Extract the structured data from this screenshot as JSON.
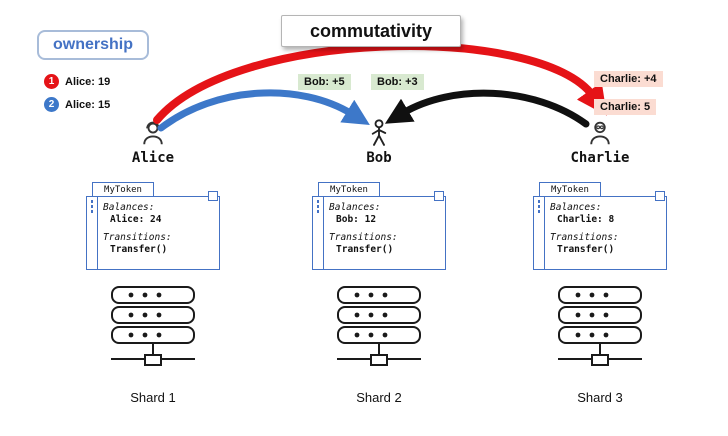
{
  "title": "commutativity",
  "ownership_label": "ownership",
  "transactions": [
    {
      "number": "1",
      "label": "Alice: 19"
    },
    {
      "number": "2",
      "label": "Alice: 15"
    }
  ],
  "arrow_labels": {
    "bob_delta1": "Bob: +5",
    "bob_delta2": "Bob: +3",
    "charlie_delta": "Charlie: +4",
    "charlie_total": "Charlie: 5"
  },
  "arrows": [
    {
      "from": "Alice",
      "to": "Charlie",
      "color_key": "arrow_red",
      "transaction": "1"
    },
    {
      "from": "Alice",
      "to": "Bob",
      "color_key": "arrow_blue",
      "transaction": "2"
    },
    {
      "from": "Charlie",
      "to": "Bob",
      "color_key": "arrow_black",
      "transaction": ""
    }
  ],
  "columns": [
    {
      "actor": "Alice",
      "shard": "Shard 1",
      "contract": {
        "name": "MyToken",
        "balances_label": "Balances:",
        "balance": "Alice: 24",
        "transitions_label": "Transitions:",
        "transition": "Transfer()"
      }
    },
    {
      "actor": "Bob",
      "shard": "Shard 2",
      "contract": {
        "name": "MyToken",
        "balances_label": "Balances:",
        "balance": "Bob: 12",
        "transitions_label": "Transitions:",
        "transition": "Transfer()"
      }
    },
    {
      "actor": "Charlie",
      "shard": "Shard 3",
      "contract": {
        "name": "MyToken",
        "balances_label": "Balances:",
        "balance": "Charlie: 8",
        "transitions_label": "Transitions:",
        "transition": "Transfer()"
      }
    }
  ],
  "icons": [
    "alice-person-icon",
    "bob-person-icon",
    "charlie-person-icon",
    "server-stack-icon",
    "network-node-icon"
  ],
  "colors": {
    "arrow_red": "#e51317",
    "arrow_blue": "#3d78c9",
    "arrow_black": "#101010",
    "tx1_badge": "#e51317",
    "tx2_badge": "#3d78c9",
    "green_label_bg": "#d8e9d0",
    "pink_label_bg": "#fbdcd2",
    "contract_border": "#4472c4",
    "ownership_text": "#4472c4"
  }
}
